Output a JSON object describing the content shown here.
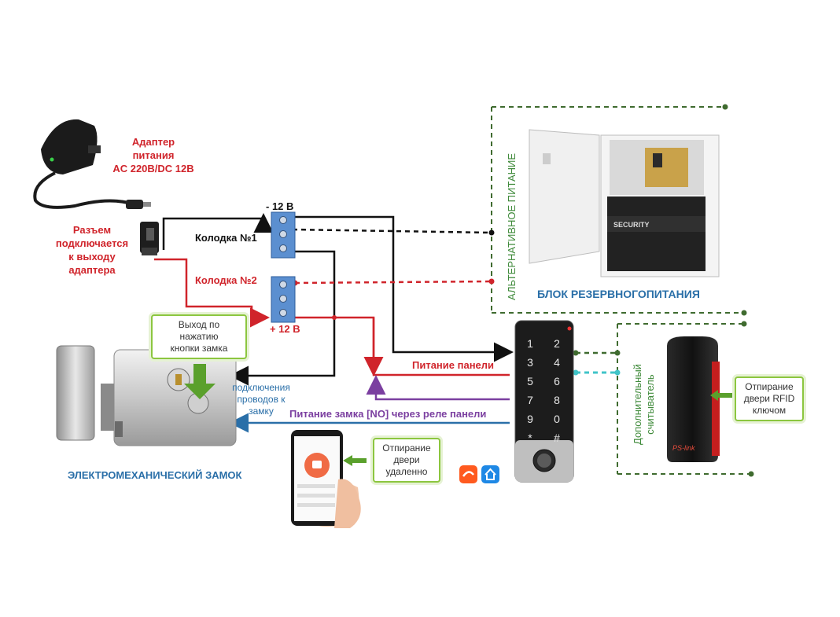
{
  "adapter": {
    "label_lines": [
      "Адаптер",
      "питания",
      "AC 220В/DC 12В"
    ]
  },
  "connector": {
    "label_lines": [
      "Разъем",
      "подключается",
      "к выходу",
      "адаптера"
    ]
  },
  "terminal_blocks": {
    "minus": "- 12 В",
    "plus": "+ 12 В",
    "block1": "Колодка №1",
    "block2": "Колодка №2"
  },
  "backup_power": {
    "title": "БЛОК РЕЗЕРВНОГОПИТАНИЯ",
    "vertical_label": "АЛЬТЕРНАТИВНОЕ ПИТАНИЕ",
    "battery_brand": "SECURITY"
  },
  "lock": {
    "title": "ЭЛЕКТРОМЕХАНИЧЕСКИЙ ЗАМОК",
    "button_output_lines": [
      "Выход по",
      "нажатию",
      "кнопки замка"
    ],
    "wires_note_lines": [
      "подключения",
      "проводов к",
      "замку"
    ]
  },
  "wires": {
    "panel_power": "Питание панели",
    "lock_power": "Питание замка [NO] через реле панели"
  },
  "keypad": {
    "keys": [
      "1",
      "2",
      "3",
      "4",
      "5",
      "6",
      "7",
      "8",
      "9",
      "0",
      "*",
      "#"
    ]
  },
  "remote": {
    "label_lines": [
      "Отпирание",
      "двери",
      "удаленно"
    ]
  },
  "reader": {
    "vertical_label_lines": [
      "Дополнительный",
      "считыватель"
    ],
    "rfid_label_lines": [
      "Отпирание",
      "двери RFID",
      "ключом"
    ],
    "brand": "PS-link"
  },
  "colors": {
    "red": "#d0242b",
    "black": "#111111",
    "blue": "#2a6fa8",
    "purple": "#7b3fa0",
    "green": "#8cc63f",
    "dashed_green": "#3f6b2f",
    "cyan": "#40c4c8"
  }
}
